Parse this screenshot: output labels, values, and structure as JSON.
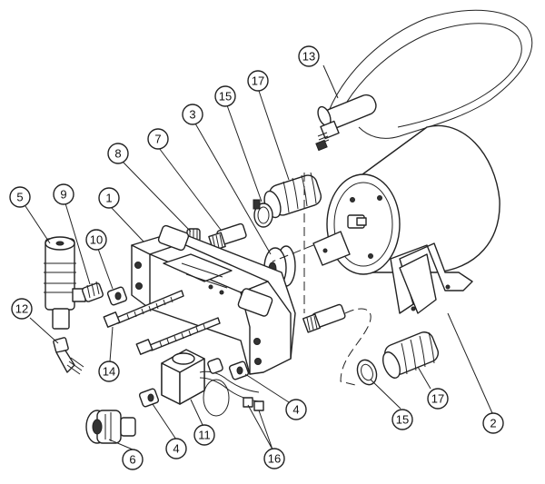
{
  "callouts": [
    {
      "id": "c1",
      "label": "1"
    },
    {
      "id": "c2",
      "label": "2"
    },
    {
      "id": "c3",
      "label": "3"
    },
    {
      "id": "c4a",
      "label": "4"
    },
    {
      "id": "c4b",
      "label": "4"
    },
    {
      "id": "c5",
      "label": "5"
    },
    {
      "id": "c6",
      "label": "6"
    },
    {
      "id": "c7",
      "label": "7"
    },
    {
      "id": "c8",
      "label": "8"
    },
    {
      "id": "c9",
      "label": "9"
    },
    {
      "id": "c10",
      "label": "10"
    },
    {
      "id": "c11",
      "label": "11"
    },
    {
      "id": "c12",
      "label": "12"
    },
    {
      "id": "c13",
      "label": "13"
    },
    {
      "id": "c14",
      "label": "14"
    },
    {
      "id": "c15a",
      "label": "15"
    },
    {
      "id": "c15b",
      "label": "15"
    },
    {
      "id": "c16",
      "label": "16"
    },
    {
      "id": "c17a",
      "label": "17"
    },
    {
      "id": "c17b",
      "label": "17"
    }
  ],
  "colors": {
    "ink": "#222222",
    "paper": "#ffffff"
  }
}
